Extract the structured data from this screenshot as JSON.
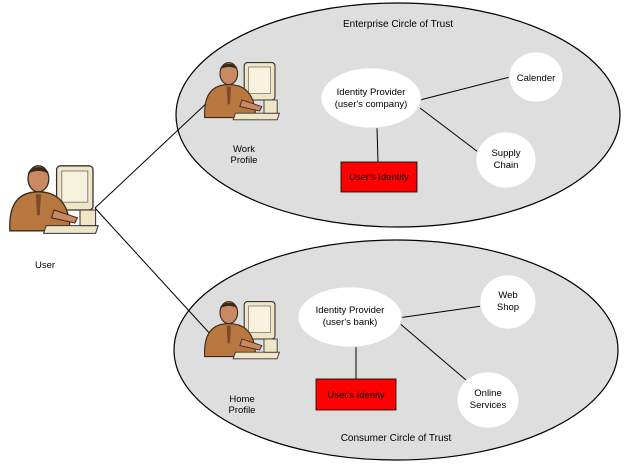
{
  "colors": {
    "circle_fill": "#dedede",
    "node_fill": "#ffffff",
    "identity_box_fill": "#ff0000",
    "line": "#000000",
    "figure_skin": "#c98a63",
    "figure_suit": "#b7773f",
    "computer": "#efe6c8"
  },
  "user": {
    "label": "User",
    "icon": "person-at-computer-icon"
  },
  "enterprise": {
    "title": "Enterprise Circle of Trust",
    "profile_line1": "Work",
    "profile_line2": "Profile",
    "icon": "person-at-computer-icon",
    "idp_line1": "Identity Provider",
    "idp_line2": "(user's company)",
    "service1": "Calender",
    "service2_line1": "Supply",
    "service2_line2": "Chain",
    "identity_label": "User's Identity"
  },
  "consumer": {
    "title": "Consumer Circle of Trust",
    "profile_line1": "Home",
    "profile_line2": "Profile",
    "icon": "person-at-computer-icon",
    "idp_line1": "Identity Provider",
    "idp_line2": "(user's bank)",
    "service1_line1": "Web",
    "service1_line2": "Shop",
    "service2_line1": "Online",
    "service2_line2": "Services",
    "identity_label": "User's Idenity"
  }
}
